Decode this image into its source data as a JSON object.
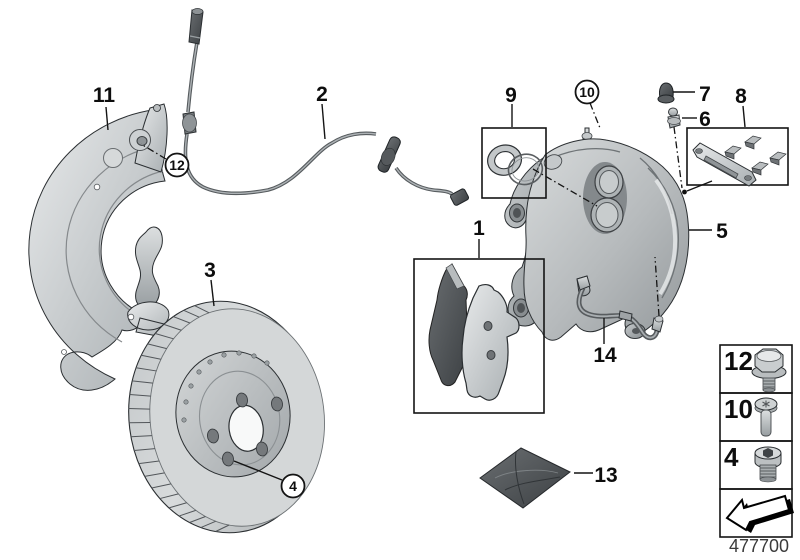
{
  "callouts": {
    "c1": "1",
    "c2": "2",
    "c3": "3",
    "c4": "4",
    "c5": "5",
    "c6": "6",
    "c7": "7",
    "c8": "8",
    "c9": "9",
    "c10": "10",
    "c11": "11",
    "c12": "12",
    "c13": "13",
    "c14": "14"
  },
  "legend": {
    "items": [
      {
        "label": "12",
        "icon": "hex-flange-bolt-icon"
      },
      {
        "label": "10",
        "icon": "torx-pan-head-screw-icon"
      },
      {
        "label": "4",
        "icon": "hex-socket-plug-icon"
      }
    ],
    "direction_arrow_icon": "direction-of-travel-arrow-icon"
  },
  "footer": {
    "diagram_number": "477700"
  },
  "colors": {
    "background": "#ffffff",
    "outline": "#1c1c1c",
    "metal_light": "#e6e8e9",
    "metal_mid": "#b4b8ba",
    "metal_dark": "#7c8184",
    "rubber_dark": "#45494c",
    "footer_text": "#3b3b3b"
  }
}
